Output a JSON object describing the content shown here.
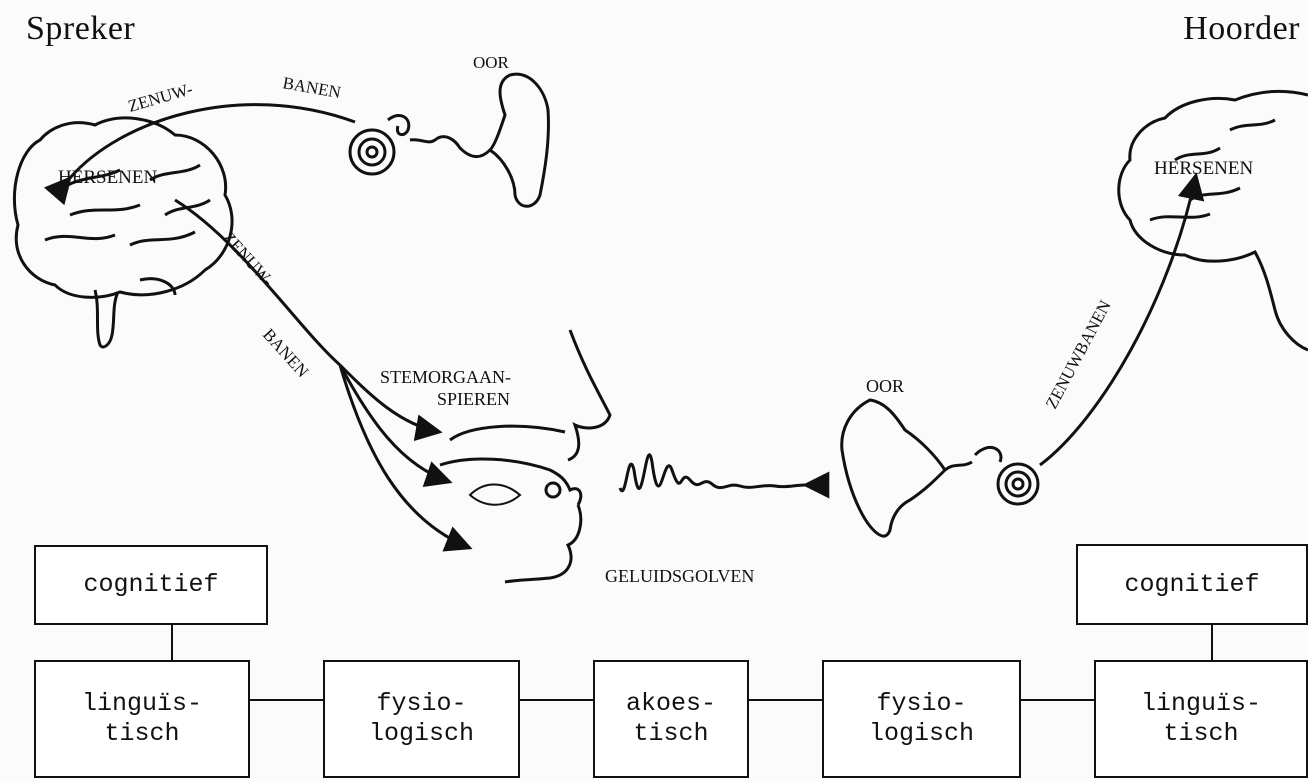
{
  "roles": {
    "speaker": "Spreker",
    "listener": "Hoorder"
  },
  "illustration": {
    "speaker_ear_label": "OOR",
    "speaker_brain_label": "HERSENEN",
    "top_nerve_label_1": "ZENUW-",
    "top_nerve_label_2": "BANEN",
    "lower_nerve_label_1": "ZENUW-",
    "lower_nerve_label_2": "BANEN",
    "muscles_label_1": "STEMORGAAN-",
    "muscles_label_2": "SPIEREN",
    "soundwaves_label": "GELUIDSGOLVEN",
    "listener_ear_label": "OOR",
    "listener_nerve_label": "ZENUWBANEN",
    "listener_brain_label": "HERSENEN"
  },
  "boxes": {
    "cognitive_left": "cognitief",
    "linguistic_left": "linguïs-\ntisch",
    "physiological_left": "fysio-\nlogisch",
    "acoustic": "akoes-\ntisch",
    "physiological_right": "fysio-\nlogisch",
    "cognitive_right": "cognitief",
    "linguistic_right": "linguïs-\ntisch"
  }
}
